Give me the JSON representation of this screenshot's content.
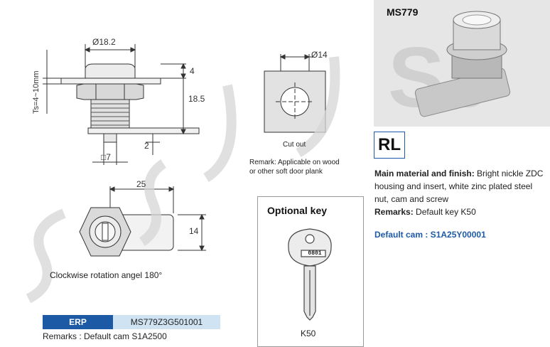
{
  "drawing": {
    "dim_diameter": "Ø18.2",
    "dim_ts": "Ts=4~10mm",
    "dim_4": "4",
    "dim_18_5": "18.5",
    "dim_2": "2",
    "dim_square": "□7",
    "dim_25": "25",
    "dim_14": "14",
    "rotation_text": "Clockwise rotation angel 180°"
  },
  "cutout": {
    "dim_diameter": "Ø14",
    "label": "Cut out",
    "remark_line1": "Remark: Applicable on wood",
    "remark_line2": "or other soft door plank"
  },
  "photo": {
    "model": "MS779",
    "watermark": "SJ"
  },
  "finish": {
    "badge": "RL",
    "material_label": "Main material and finish:",
    "material_text": "Bright nickle ZDC housing and insert, white zinc plated steel nut, cam and screw",
    "remarks_label": "Remarks:",
    "remarks_text": "Default key K50",
    "default_cam": "Default cam : S1A25Y00001"
  },
  "optional_key": {
    "title": "Optional key",
    "key_number": "0801",
    "key_model": "K50"
  },
  "erp": {
    "label": "ERP",
    "value": "MS779Z3G501001",
    "remark": "Remarks : Default cam S1A2500"
  },
  "watermark": {
    "text": "SJ"
  }
}
